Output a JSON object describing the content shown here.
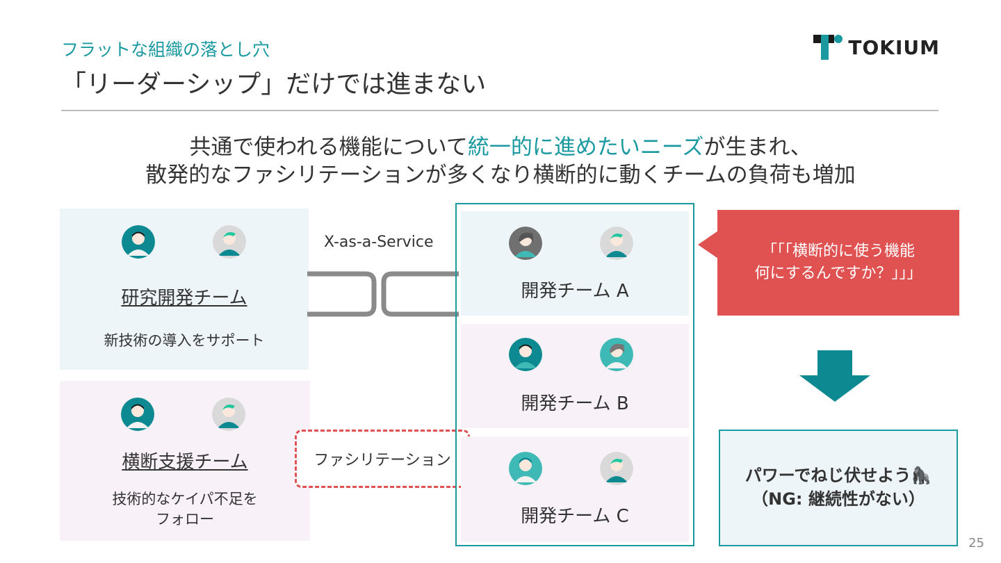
{
  "header": {
    "subtitle": "フラットな組織の落とし穴",
    "title": "「リーダーシップ」だけでは進まない",
    "logo_text": "TOKIUM"
  },
  "lead": {
    "line1_pre": "共通で使われる機能について",
    "line1_hl": "統一的に進めたいニーズ",
    "line1_post": "が生まれ、",
    "line2": "散発的なファシリテーションが多くなり横断的に動くチームの負荷も増加"
  },
  "left_teams": [
    {
      "name": "研究開発チーム",
      "desc": "新技術の導入をサポート"
    },
    {
      "name": "横断支援チーム",
      "desc": "技術的なケイパ不足を\nフォロー"
    }
  ],
  "connector": {
    "service_label": "X-as-a-Service",
    "facilitation_label": "ファシリテーション"
  },
  "dev_teams": [
    {
      "name": "開発チーム A"
    },
    {
      "name": "開発チーム B"
    },
    {
      "name": "開発チーム C"
    }
  ],
  "callout": {
    "line1": "「「「横断的に使う機能",
    "line2": "何にするんですか？」」」"
  },
  "result": {
    "line1": "パワーでねじ伏せよう🦍",
    "line2": "（NG: 継続性がない）"
  },
  "page_number": "25",
  "colors": {
    "accent": "#1a9aa0",
    "alert": "#e05252",
    "arrow": "#0d8a91"
  }
}
